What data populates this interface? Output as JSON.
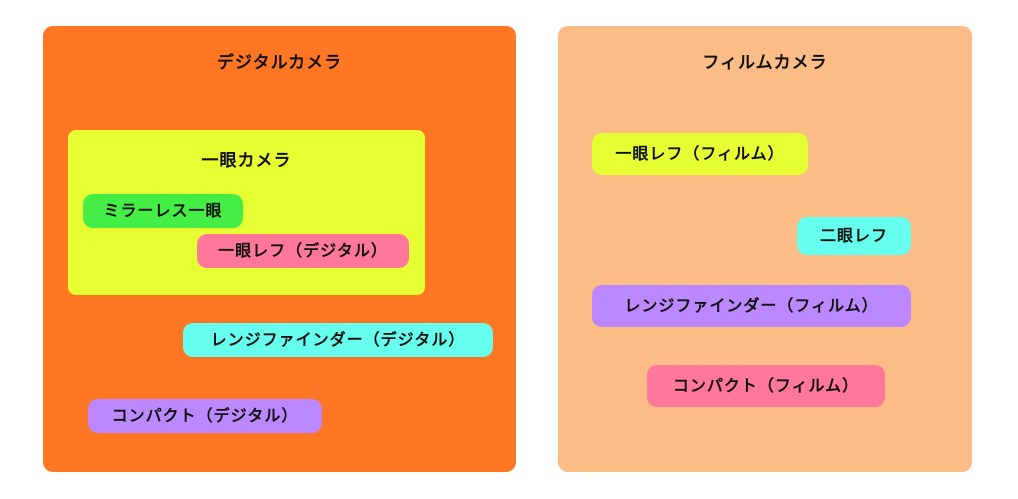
{
  "digital": {
    "title": "デジタルカメラ",
    "slr_group": {
      "title": "一眼カメラ",
      "mirrorless": "ミラーレス一眼",
      "slr": "一眼レフ（デジタル）"
    },
    "rangefinder": "レンジファインダー（デジタル）",
    "compact": "コンパクト（デジタル）"
  },
  "film": {
    "title": "フィルムカメラ",
    "slr": "一眼レフ（フィルム）",
    "tlr": "二眼レフ",
    "rangefinder": "レンジファインダー（フィルム）",
    "compact": "コンパクト（フィルム）"
  },
  "colors": {
    "digital_panel": "#ff7722",
    "film_panel": "#fbbc86",
    "slr_group": "#e6ff33",
    "green": "#44ee44",
    "pink": "#ff7799",
    "cyan": "#66ffee",
    "purple": "#bb88ff"
  }
}
